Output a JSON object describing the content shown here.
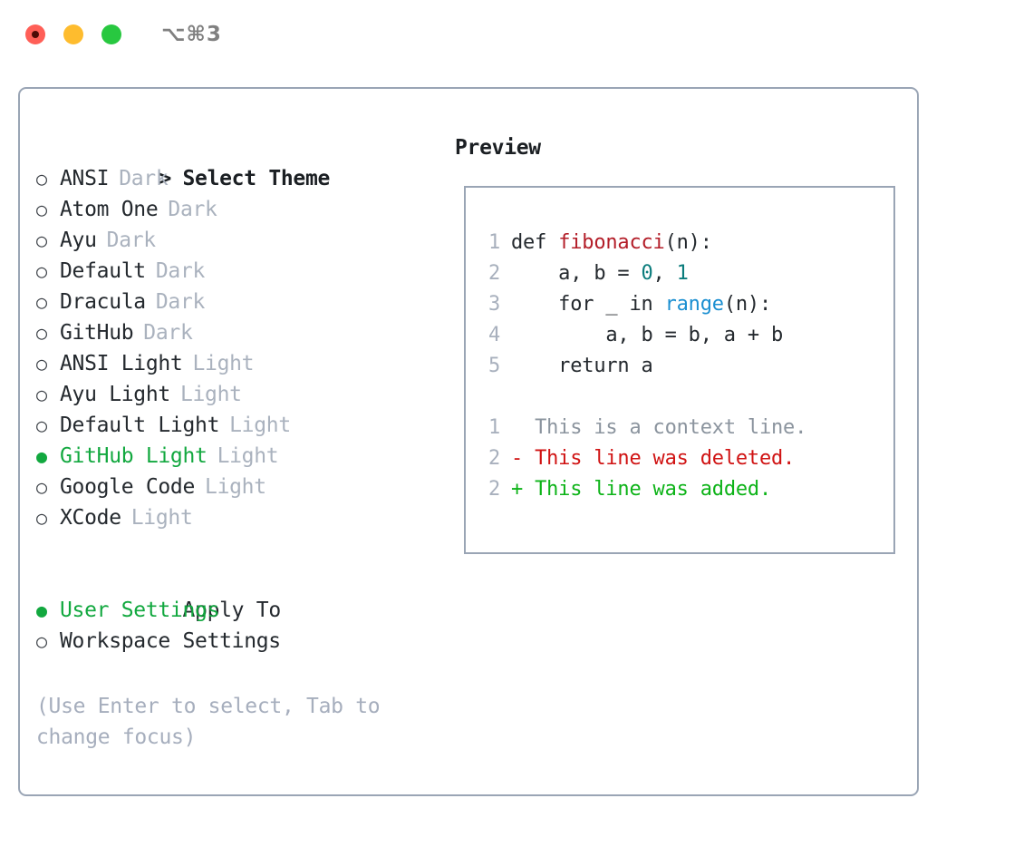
{
  "titlebar": {
    "shortcut": "⌥⌘3",
    "buttons": {
      "close": "close",
      "minimize": "minimize",
      "maximize": "maximize"
    }
  },
  "theme_picker": {
    "heading": "Select Theme",
    "heading_marker": ">",
    "bullet_unselected": "○",
    "bullet_selected": "●",
    "items": [
      {
        "name": "ANSI",
        "tag": "Dark",
        "selected": false
      },
      {
        "name": "Atom One",
        "tag": "Dark",
        "selected": false
      },
      {
        "name": "Ayu",
        "tag": "Dark",
        "selected": false
      },
      {
        "name": "Default",
        "tag": "Dark",
        "selected": false
      },
      {
        "name": "Dracula",
        "tag": "Dark",
        "selected": false
      },
      {
        "name": "GitHub",
        "tag": "Dark",
        "selected": false
      },
      {
        "name": "ANSI Light",
        "tag": "Light",
        "selected": false
      },
      {
        "name": "Ayu Light",
        "tag": "Light",
        "selected": false
      },
      {
        "name": "Default Light",
        "tag": "Light",
        "selected": false
      },
      {
        "name": "GitHub Light",
        "tag": "Light",
        "selected": true
      },
      {
        "name": "Google Code",
        "tag": "Light",
        "selected": false
      },
      {
        "name": "XCode",
        "tag": "Light",
        "selected": false
      }
    ]
  },
  "apply_to": {
    "heading": "Apply To",
    "items": [
      {
        "name": "User Settings",
        "selected": true
      },
      {
        "name": "Workspace Settings",
        "selected": false
      }
    ]
  },
  "hint": "(Use Enter to select, Tab to change focus)",
  "preview": {
    "heading": "Preview",
    "code_lines": [
      {
        "num": "1",
        "segments": [
          {
            "text": "def ",
            "type": "plain"
          },
          {
            "text": "fibonacci",
            "type": "fn"
          },
          {
            "text": "(n):",
            "type": "plain"
          }
        ]
      },
      {
        "num": "2",
        "segments": [
          {
            "text": "    a, b = ",
            "type": "plain"
          },
          {
            "text": "0",
            "type": "num"
          },
          {
            "text": ", ",
            "type": "plain"
          },
          {
            "text": "1",
            "type": "num"
          }
        ]
      },
      {
        "num": "3",
        "segments": [
          {
            "text": "    for _ in ",
            "type": "plain"
          },
          {
            "text": "range",
            "type": "call"
          },
          {
            "text": "(n):",
            "type": "plain"
          }
        ]
      },
      {
        "num": "4",
        "segments": [
          {
            "text": "        a, b = b, a + b",
            "type": "plain"
          }
        ]
      },
      {
        "num": "5",
        "segments": [
          {
            "text": "    return a",
            "type": "plain"
          }
        ]
      }
    ],
    "diff_lines": [
      {
        "num": "1",
        "marker": " ",
        "text": " This is a context line.",
        "kind": "context"
      },
      {
        "num": "2",
        "marker": "-",
        "text": " This line was deleted.",
        "kind": "deleted"
      },
      {
        "num": "2",
        "marker": "+",
        "text": " This line was added.",
        "kind": "added"
      }
    ]
  },
  "colors": {
    "selected_green": "#12a83f",
    "tag_gray": "#aab2be",
    "border": "#9aa5b5",
    "hint_gray": "#a6aebd",
    "syntax_function": "#b31d28",
    "syntax_number": "#0b7c7c",
    "syntax_call": "#1b8fd1",
    "diff_deleted": "#d01313",
    "diff_added": "#0db318",
    "diff_context": "#8b949e",
    "line_number": "#a8b0bd"
  }
}
